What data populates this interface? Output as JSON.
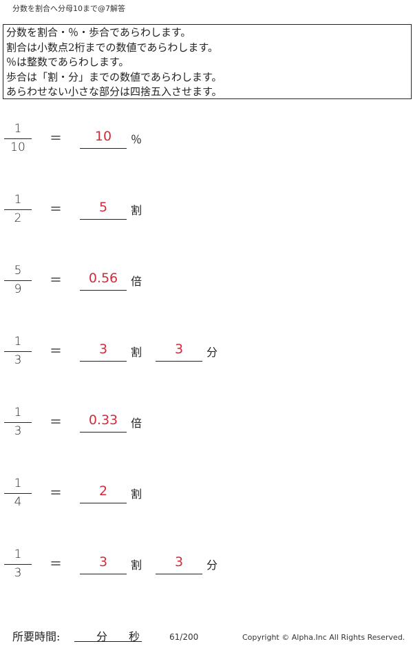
{
  "header": {
    "title": "分数を割合へ分母10まで@7解答"
  },
  "instructions": [
    "分数を割合・％・歩合であらわします。",
    "割合は小数点2桁までの数値であらわします。",
    "％は整数であらわします。",
    "歩合は「割・分」までの数値であらわします。",
    "あらわせない小さな部分は四捨五入させます。"
  ],
  "equals": "＝",
  "problems": [
    {
      "num": "1",
      "den": "10",
      "ans1": "10",
      "unit1": "％"
    },
    {
      "num": "1",
      "den": "2",
      "ans1": "5",
      "unit1": "割"
    },
    {
      "num": "5",
      "den": "9",
      "ans1": "0.56",
      "unit1": "倍"
    },
    {
      "num": "1",
      "den": "3",
      "ans1": "3",
      "unit1": "割",
      "ans2": "3",
      "unit2": "分"
    },
    {
      "num": "1",
      "den": "3",
      "ans1": "0.33",
      "unit1": "倍"
    },
    {
      "num": "1",
      "den": "4",
      "ans1": "2",
      "unit1": "割"
    },
    {
      "num": "1",
      "den": "3",
      "ans1": "3",
      "unit1": "割",
      "ans2": "3",
      "unit2": "分"
    }
  ],
  "footer": {
    "time_label": "所要時間:",
    "minutes_label": "分",
    "seconds_label": "秒",
    "page_number": "61/200",
    "copyright": "Copyright ©  Alpha.Inc All Rights Reserved."
  }
}
